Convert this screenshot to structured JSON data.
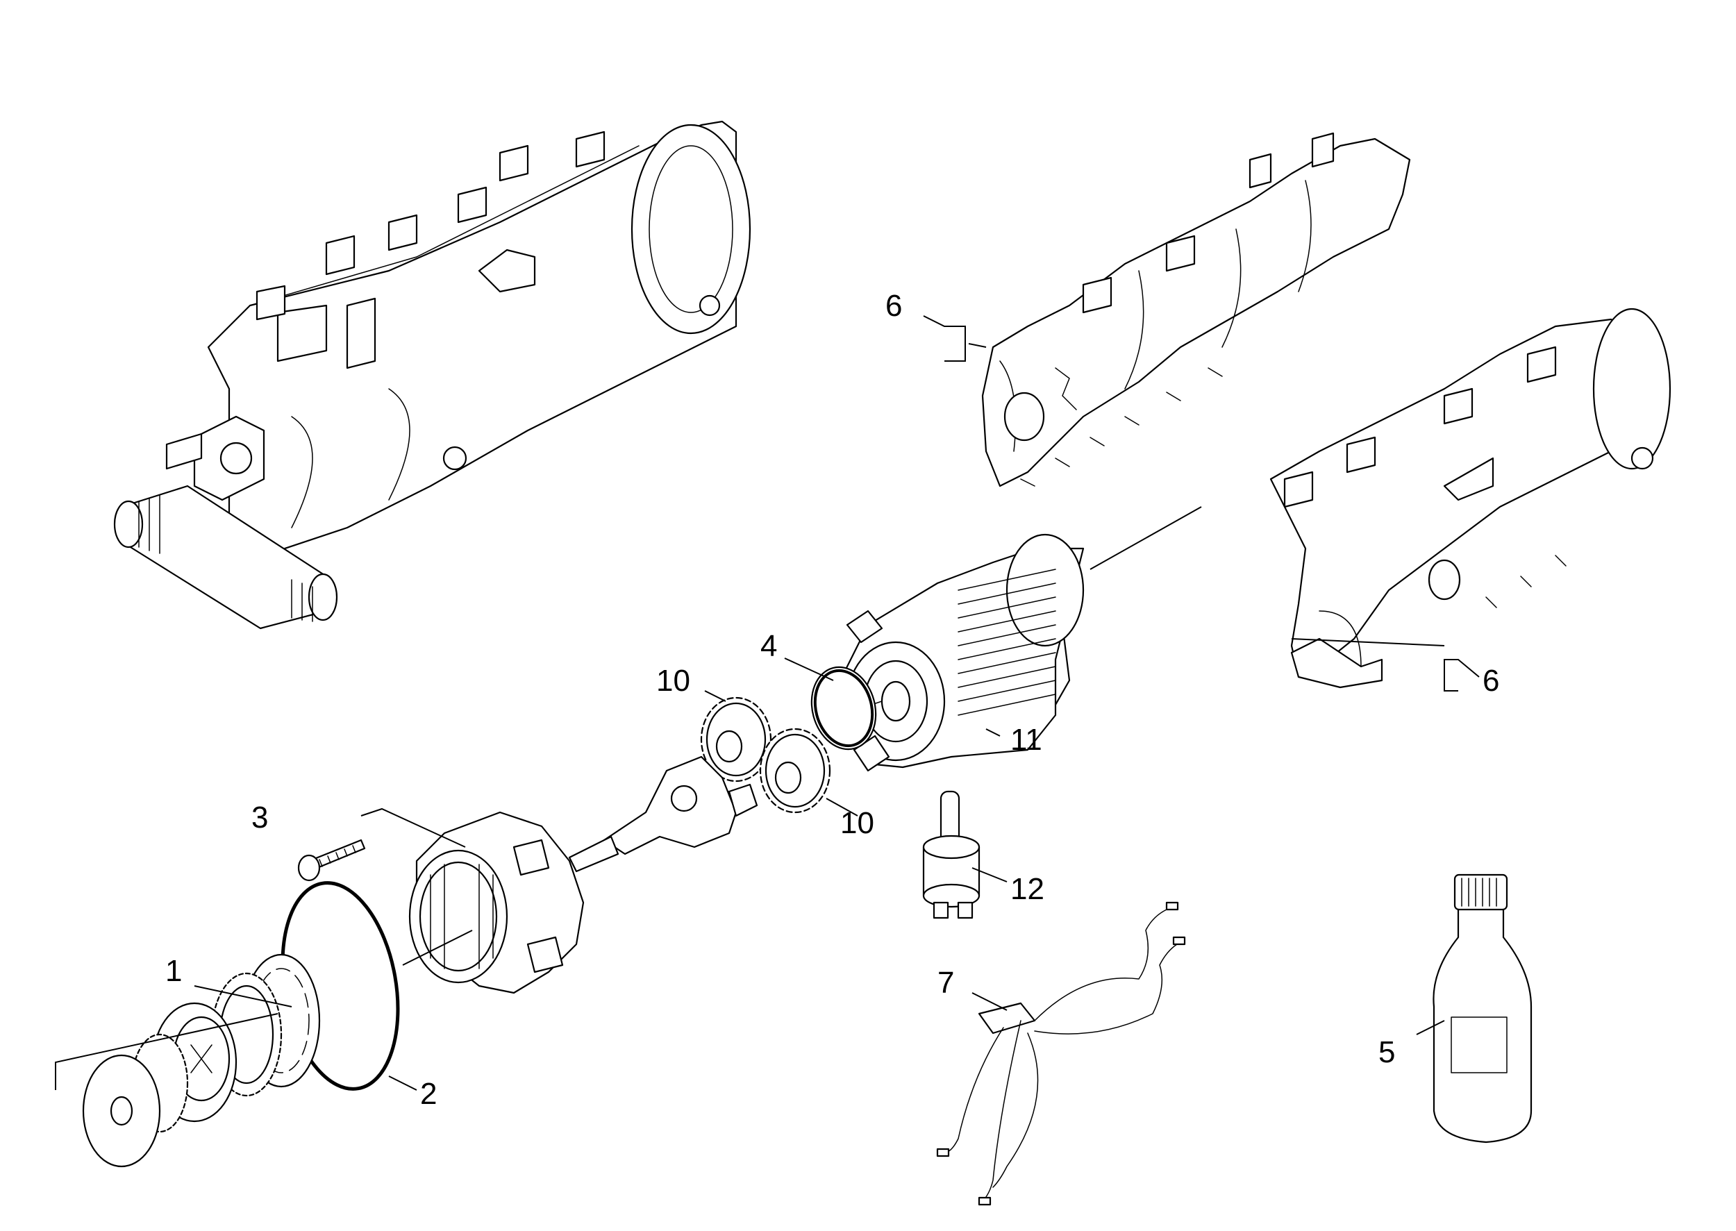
{
  "callouts": [
    {
      "id": "1",
      "label": "1"
    },
    {
      "id": "2",
      "label": "2"
    },
    {
      "id": "3",
      "label": "3"
    },
    {
      "id": "4",
      "label": "4"
    },
    {
      "id": "5",
      "label": "5"
    },
    {
      "id": "6a",
      "label": "6"
    },
    {
      "id": "6b",
      "label": "6"
    },
    {
      "id": "7",
      "label": "7"
    },
    {
      "id": "10a",
      "label": "10"
    },
    {
      "id": "10b",
      "label": "10"
    },
    {
      "id": "11",
      "label": "11"
    },
    {
      "id": "12",
      "label": "12"
    }
  ]
}
